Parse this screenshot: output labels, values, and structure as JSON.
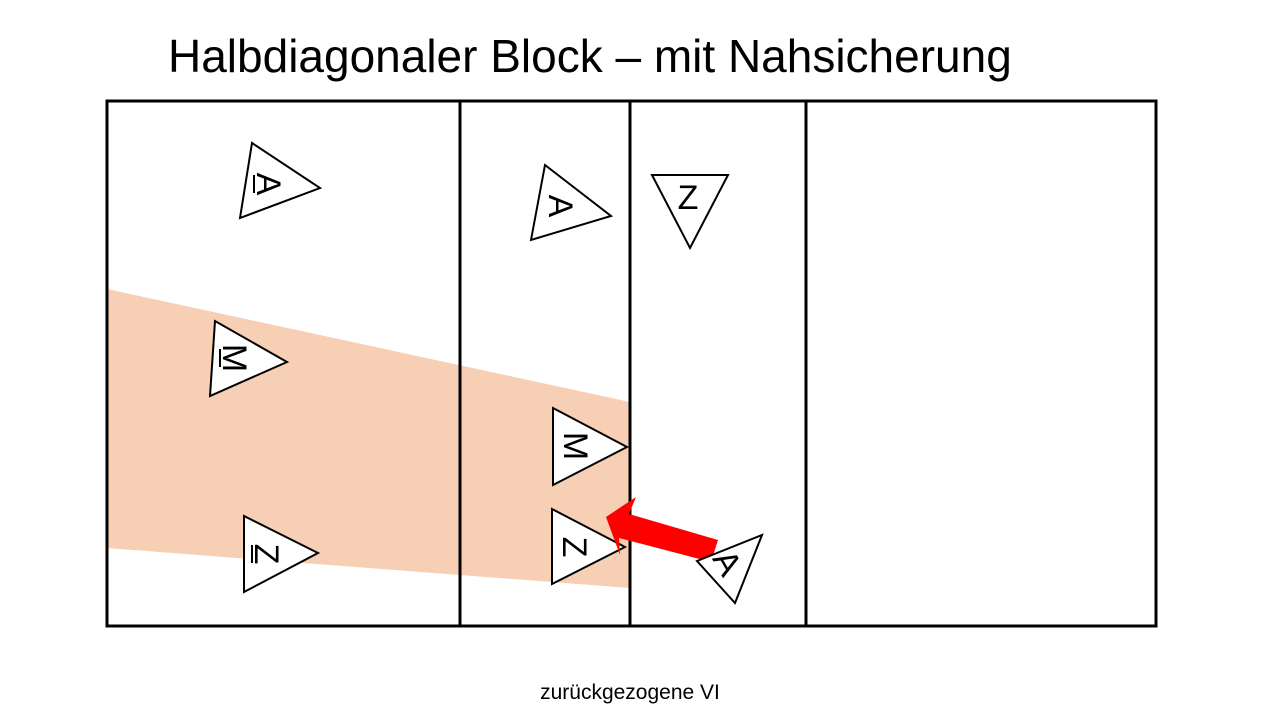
{
  "title": "Halbdiagonaler Block – mit Nahsicherung",
  "caption": "zurückgezogene VI",
  "colors": {
    "zone_fill": "#f6cfb5",
    "arrow": "#ff0000",
    "lines": "#000000"
  },
  "markers": [
    {
      "id": "a-overline-left",
      "letter": "A",
      "overline": true,
      "points": "right"
    },
    {
      "id": "a-mid",
      "letter": "A",
      "overline": false,
      "points": "right"
    },
    {
      "id": "z-top",
      "letter": "Z",
      "overline": false,
      "points": "down"
    },
    {
      "id": "m-overline-left",
      "letter": "M",
      "overline": true,
      "points": "right"
    },
    {
      "id": "m-mid",
      "letter": "M",
      "overline": false,
      "points": "right"
    },
    {
      "id": "z-overline-left",
      "letter": "Z",
      "overline": true,
      "points": "right"
    },
    {
      "id": "z-mid",
      "letter": "Z",
      "overline": false,
      "points": "right"
    },
    {
      "id": "a-tilted",
      "letter": "A",
      "overline": false,
      "points": "down-right"
    }
  ]
}
